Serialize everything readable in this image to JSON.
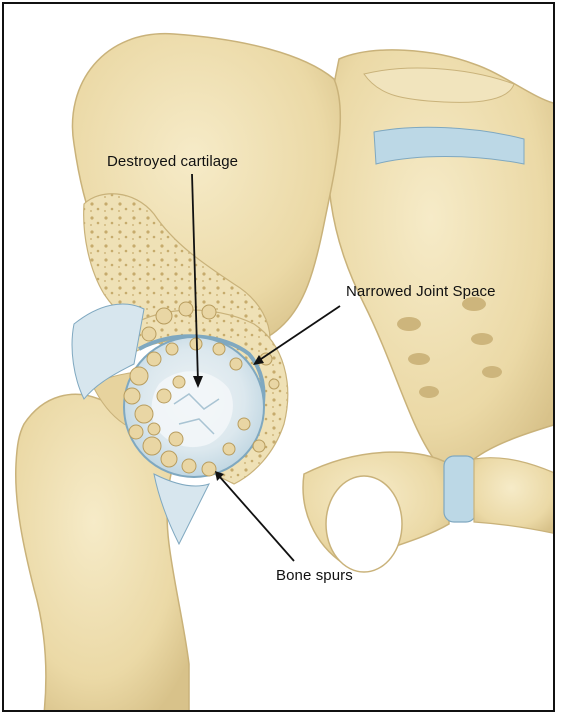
{
  "labels": {
    "destroyed_cartilage": "Destroyed cartilage",
    "narrowed_joint_space": "Narrowed Joint Space",
    "bone_spurs": "Bone spurs"
  },
  "colors": {
    "bone": "#eddcac",
    "bone_shadow": "#d9c48c",
    "cartilage_blue": "#bcd8e6",
    "cartilage_edge": "#7fa8c0",
    "worn_cartilage": "#dfe9ee",
    "spur": "#e9d6a4",
    "outline": "#c9b27a",
    "arrow": "#111111",
    "frame": "#111111"
  }
}
